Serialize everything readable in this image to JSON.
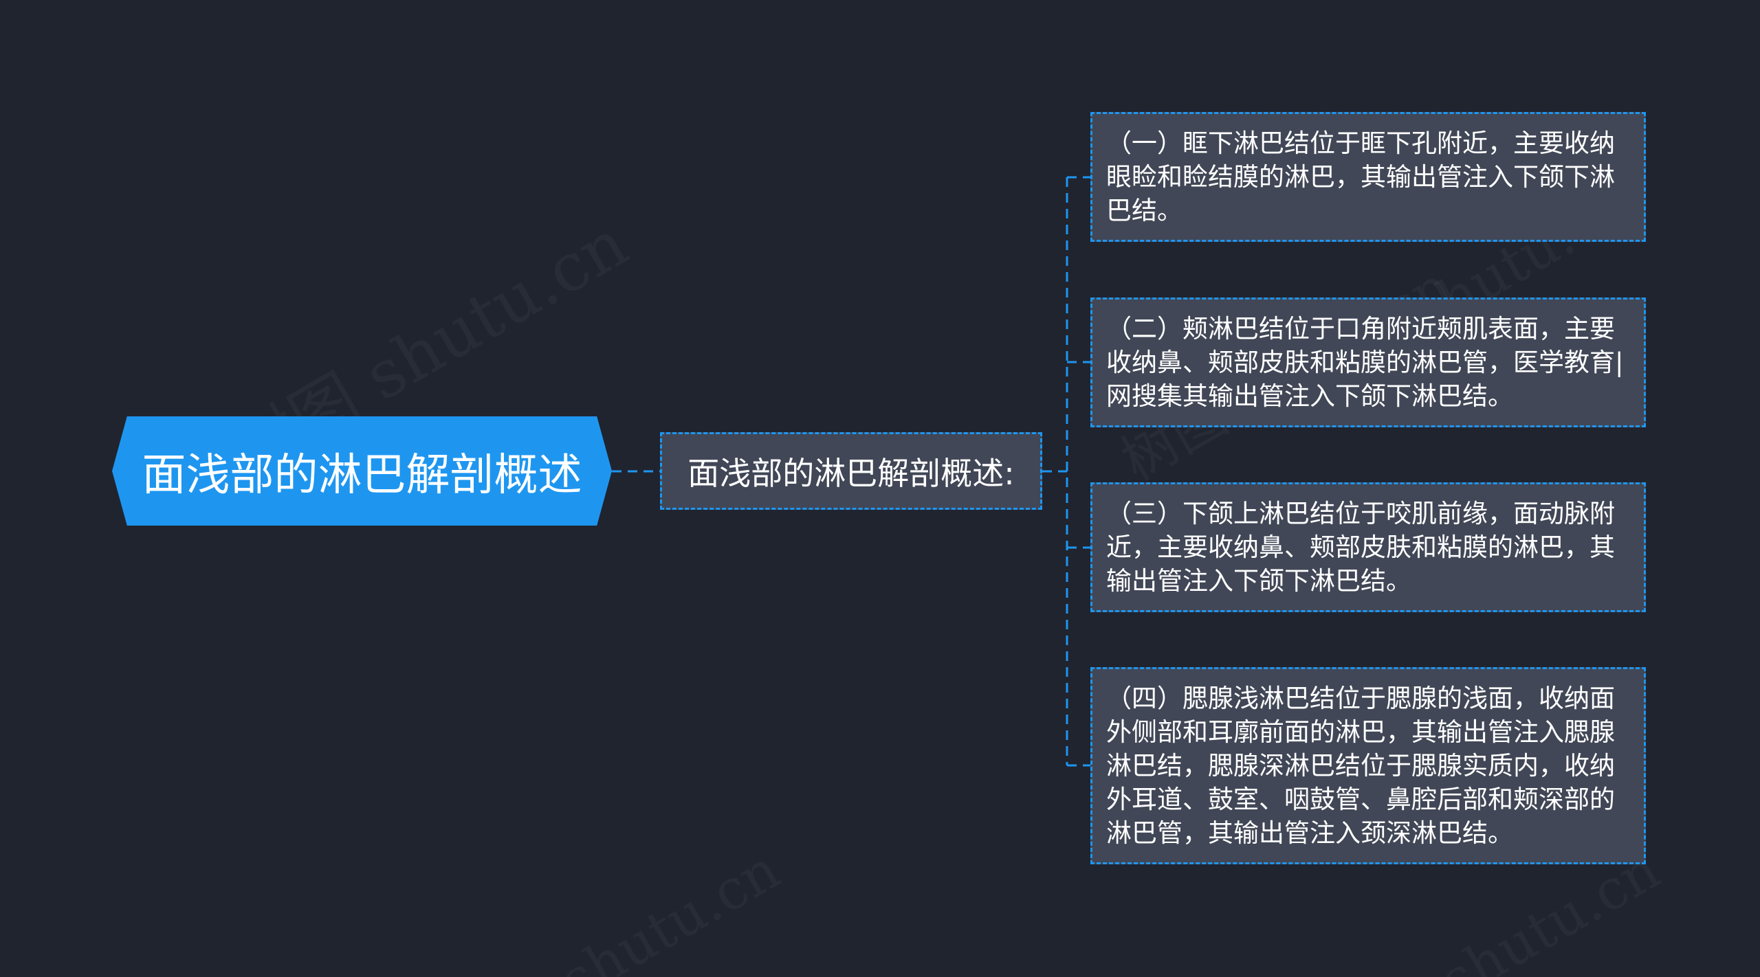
{
  "watermark": "树图 shutu.cn",
  "watermark_short": "shutu.cn",
  "root": {
    "label": "面浅部的淋巴解剖概述"
  },
  "branch": {
    "label": "面浅部的淋巴解剖概述:"
  },
  "leaves": [
    {
      "text": "（一）眶下淋巴结位于眶下孔附近，主要收纳眼睑和睑结膜的淋巴，其输出管注入下颌下淋巴结。"
    },
    {
      "text": "（二）颊淋巴结位于口角附近颊肌表面，主要收纳鼻、颊部皮肤和粘膜的淋巴管，医学教育|网搜集其输出管注入下颌下淋巴结。"
    },
    {
      "text": "（三）下颌上淋巴结位于咬肌前缘，面动脉附近，主要收纳鼻、颊部皮肤和粘膜的淋巴，其输出管注入下颌下淋巴结。"
    },
    {
      "text": "（四）腮腺浅淋巴结位于腮腺的浅面，收纳面外侧部和耳廓前面的淋巴，其输出管注入腮腺淋巴结，腮腺深淋巴结位于腮腺实质内，收纳外耳道、鼓室、咽鼓管、鼻腔后部和颊深部的淋巴管，其输出管注入颈深淋巴结。"
    }
  ],
  "colors": {
    "background": "#20242f",
    "root_fill": "#1e96f0",
    "node_fill": "#414756",
    "connector": "#1e96f0"
  }
}
